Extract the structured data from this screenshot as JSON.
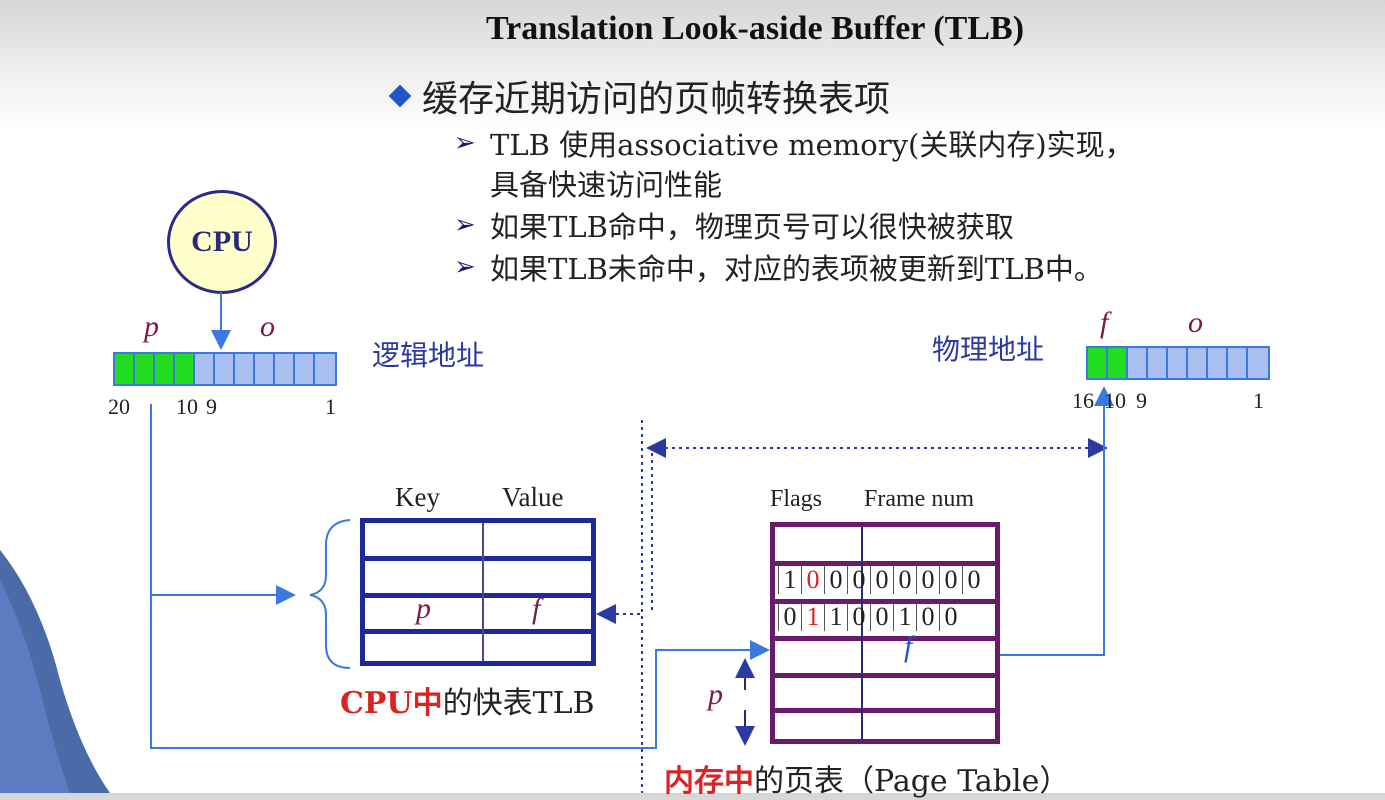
{
  "title": "Translation Look-aside Buffer (TLB)",
  "main_bullet": "缓存近期访问的页帧转换表项",
  "sub_bullets": [
    {
      "line1": "TLB 使用associative memory(关联内存)实现，",
      "line2": "具备快速访问性能"
    },
    {
      "line1": "如果TLB命中，物理页号可以很快被获取"
    },
    {
      "line1": "如果TLB未命中，对应的表项被更新到TLB中。"
    }
  ],
  "cpu": {
    "label": "CPU"
  },
  "logical_address": {
    "label": "逻辑地址",
    "page_label": "p",
    "offset_label": "o",
    "ticks": {
      "t20": "20",
      "t10": "10",
      "t9": "9",
      "t1": "1"
    }
  },
  "physical_address": {
    "label": "物理地址",
    "frame_label": "f",
    "offset_label": "o",
    "ticks": {
      "t16": "16",
      "t10": "10",
      "t9": "9",
      "t1": "1"
    }
  },
  "tlb": {
    "key_header": "Key",
    "value_header": "Value",
    "key_entry": "p",
    "value_entry": "f",
    "caption_red": "CPU中",
    "caption_rest": "的快表TLB"
  },
  "page_table": {
    "flags_header": "Flags",
    "frame_header": "Frame num",
    "row1_bits": [
      "1",
      "0",
      "0",
      "0",
      "0",
      "0",
      "0",
      "0",
      "0"
    ],
    "row2_bits": [
      "0",
      "1",
      "1",
      "0",
      "0",
      "1",
      "0",
      "0"
    ],
    "row1_red_index": 1,
    "row2_red_index": 1,
    "frame_entry": "f",
    "index_label": "p",
    "caption_red": "内存中",
    "caption_rest": "的页表（Page Table）"
  },
  "colors": {
    "accent_blue": "#1e56c8",
    "tlb_border": "#1e2a9a",
    "pt_border": "#6a1a6a",
    "highlight": "#dd2222",
    "line_blue": "#3a7ae0"
  }
}
